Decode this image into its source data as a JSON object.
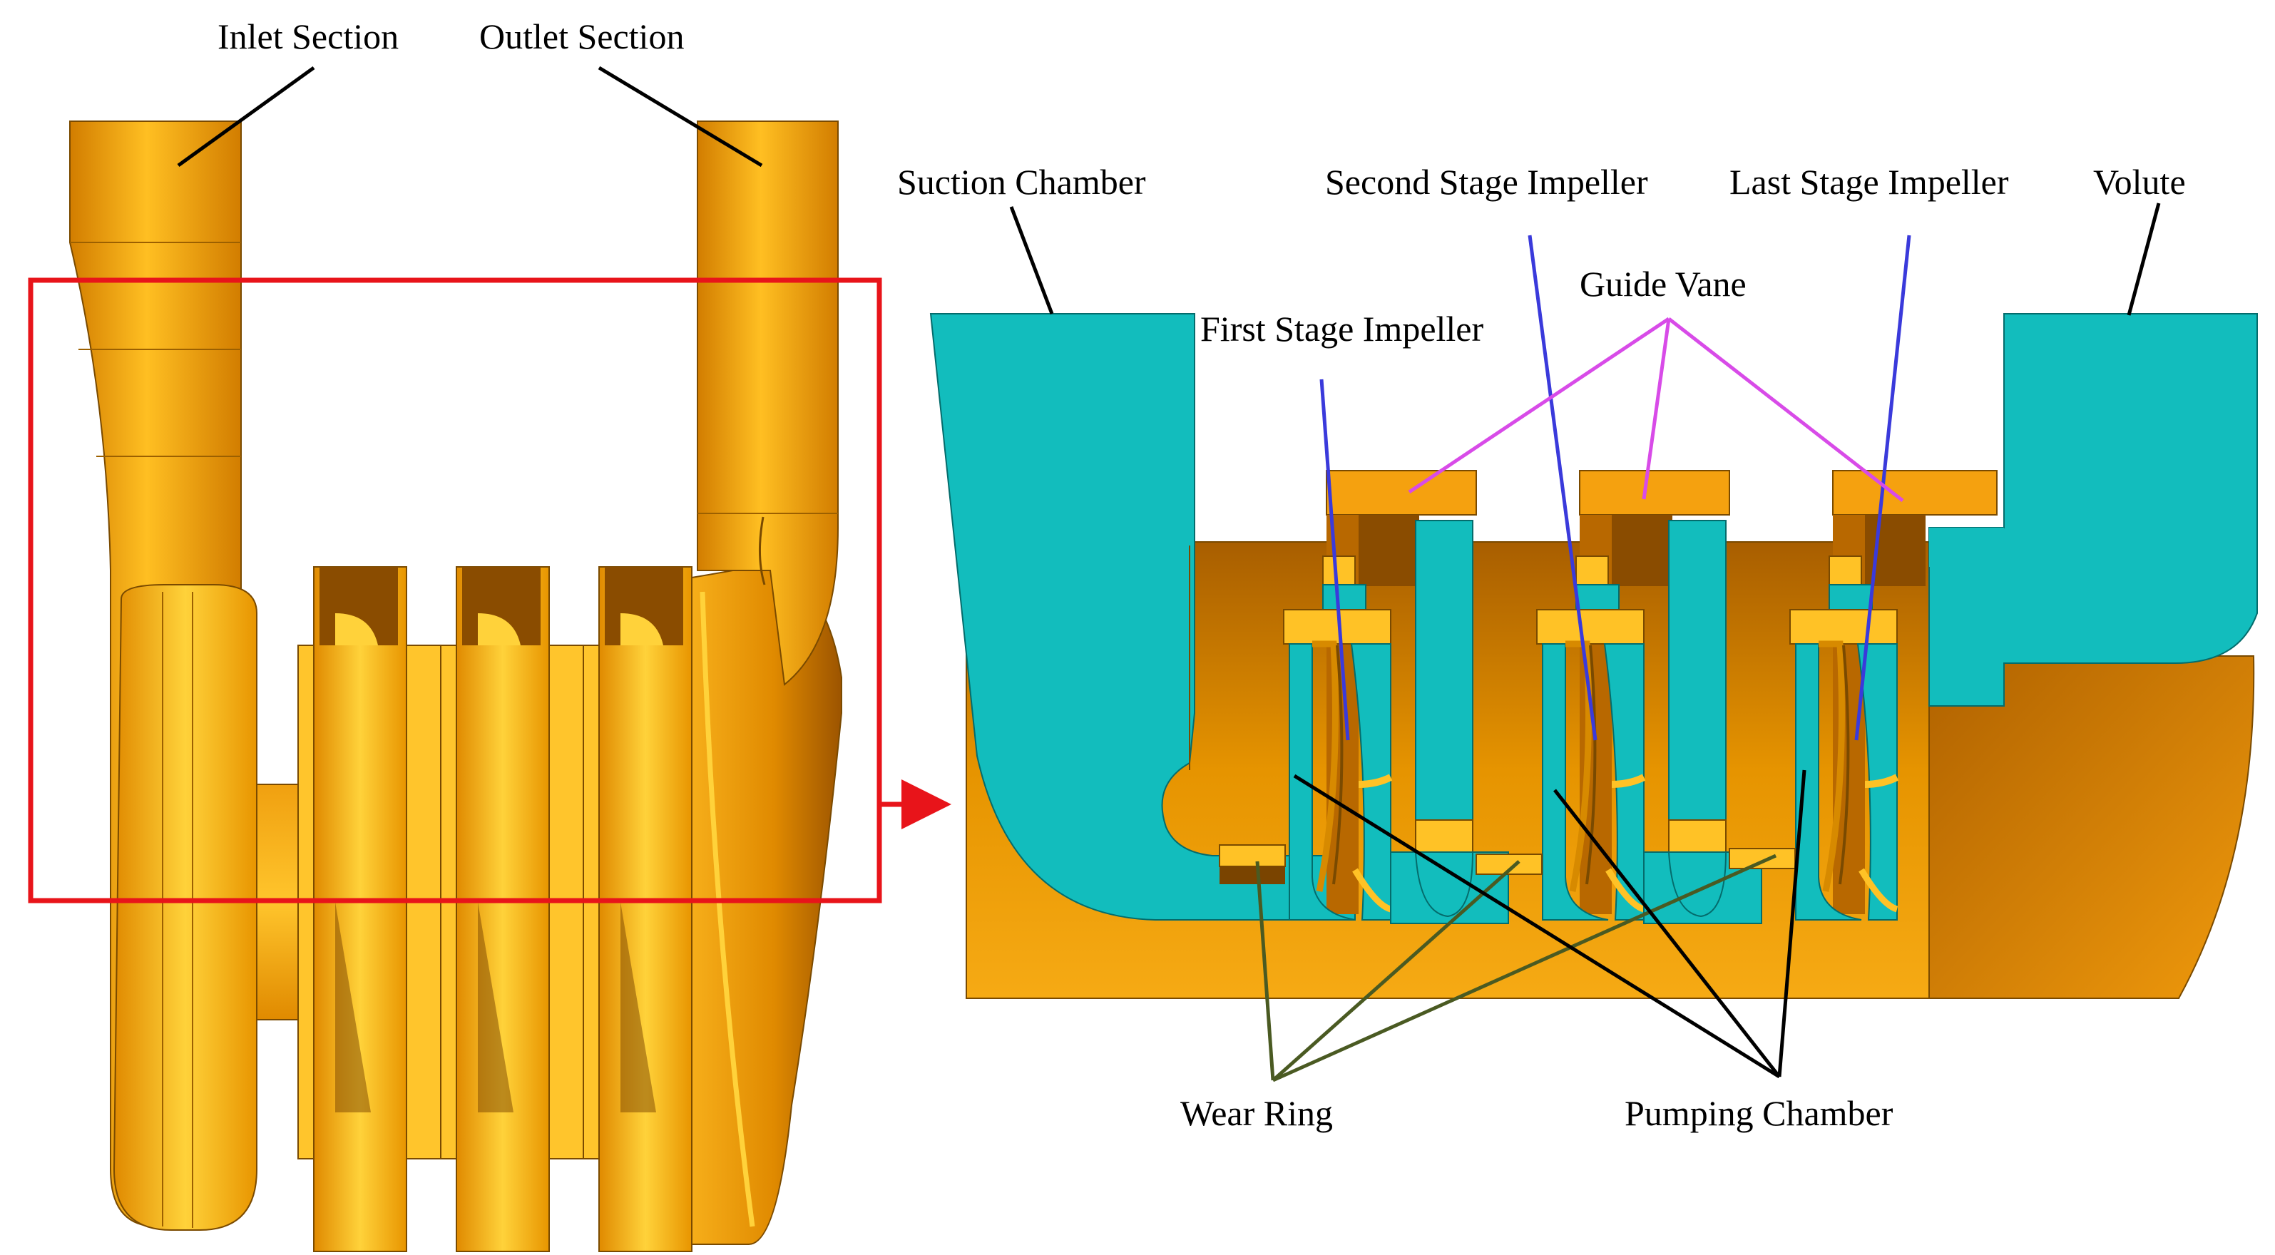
{
  "labels": {
    "inlet_section": "Inlet Section",
    "outlet_section": "Outlet Section",
    "suction_chamber": "Suction Chamber",
    "second_stage_impeller": "Second Stage Impeller",
    "last_stage_impeller": "Last Stage Impeller",
    "volute": "Volute",
    "guide_vane": "Guide Vane",
    "first_stage_impeller": "First Stage Impeller",
    "wear_ring": "Wear Ring",
    "pumping_chamber": "Pumping Chamber"
  },
  "colors": {
    "solid_orange": "#F5A10F",
    "solid_orange_light": "#FFC226",
    "solid_orange_dark": "#B86800",
    "section_cyan": "#12BDBD",
    "callout_black": "#000000",
    "callout_blue": "#3A3ADB",
    "callout_magenta": "#D84BE8",
    "callout_olive": "#4A5A22",
    "selection_red": "#E8141A"
  }
}
